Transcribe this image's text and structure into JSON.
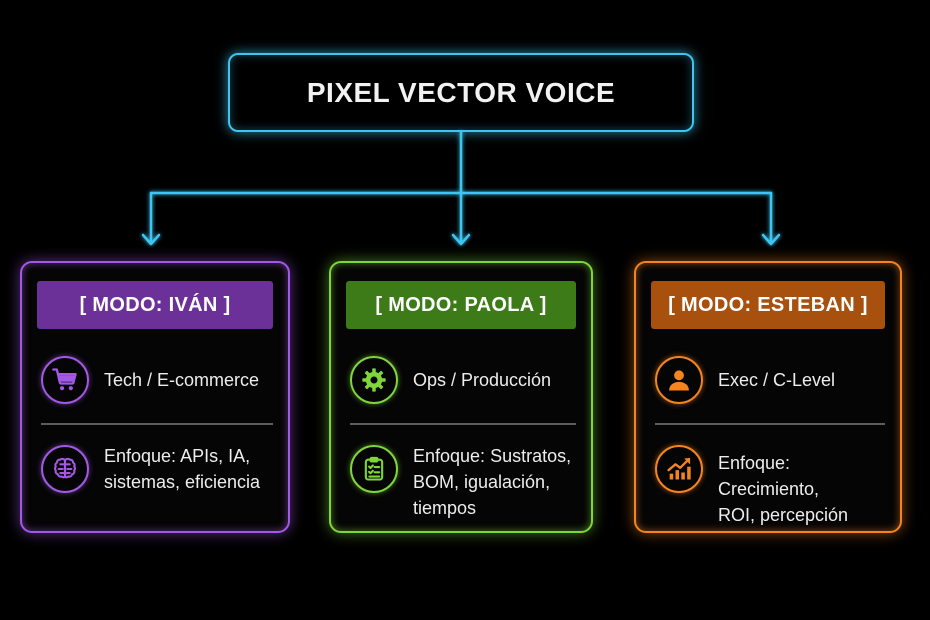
{
  "diagram": {
    "title": "PIXEL VECTOR VOICE",
    "colors": {
      "connector": "#3ec6f2",
      "background": "#000000"
    },
    "modes": [
      {
        "header": "[ MODO: IVÁN ]",
        "accent": "#a259e6",
        "header_color": "#6b3198",
        "sector": {
          "icon": "shopping-cart-icon",
          "text": "Tech / E-commerce"
        },
        "focus": {
          "icon": "brain-icon",
          "text": "Enfoque: APIs, IA,\nsistemas, eficiencia"
        }
      },
      {
        "header": "[ MODO: PAOLA ]",
        "accent": "#7fd63a",
        "header_color": "#3d7a18",
        "sector": {
          "icon": "gear-icon",
          "text": "Ops / Producción"
        },
        "focus": {
          "icon": "clipboard-checklist-icon",
          "text": "Enfoque: Sustratos,\nBOM, igualación,\ntiempos"
        }
      },
      {
        "header": "[ MODO: ESTEBAN ]",
        "accent": "#f5841f",
        "header_color": "#a8500e",
        "sector": {
          "icon": "person-icon",
          "text": "Exec / C-Level"
        },
        "focus": {
          "icon": "growth-chart-icon",
          "text": "Enfoque: Crecimiento,\nROI, percepción"
        }
      }
    ]
  }
}
